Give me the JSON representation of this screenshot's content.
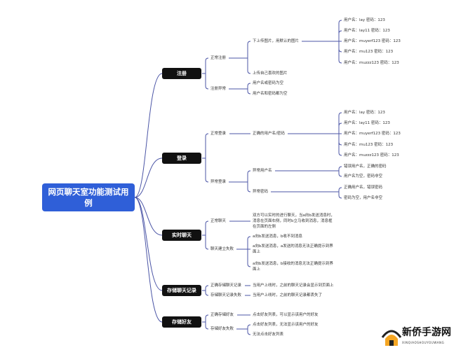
{
  "tree": {
    "label": "网页聊天室功能测试用例",
    "color": "#2f5fd8",
    "children": [
      {
        "label": "注册",
        "children": [
          {
            "label": "正常注册",
            "children": [
              {
                "label": "下上传图片，用默认的图片",
                "children": [
                  {
                    "label": "用户名：lay 密码：123"
                  },
                  {
                    "label": "用户名：lay11 密码：123"
                  },
                  {
                    "label": "用户名：muyerf123 密码：123"
                  },
                  {
                    "label": "用户名：mu123 密码：123"
                  },
                  {
                    "label": "用户名：muzzz123 密码：123"
                  }
                ]
              },
              {
                "label": "上传自己喜欢的图片"
              }
            ]
          },
          {
            "label": "注册异常",
            "children": [
              {
                "label": "用户名或密码为空"
              },
              {
                "label": "用户名和密码都为空"
              }
            ]
          }
        ]
      },
      {
        "label": "登录",
        "children": [
          {
            "label": "正常登录",
            "children": [
              {
                "label": "正确的用户名/密码",
                "children": [
                  {
                    "label": "用户名：lay 密码：123"
                  },
                  {
                    "label": "用户名：lay11 密码：123"
                  },
                  {
                    "label": "用户名：muyerf123 密码：123"
                  },
                  {
                    "label": "用户名：mu123 密码：123"
                  },
                  {
                    "label": "用户名：muzzz123 密码：123"
                  }
                ]
              }
            ]
          },
          {
            "label": "异常登录",
            "children": [
              {
                "label": "异常用户名",
                "children": [
                  {
                    "label": "错误用户名，正确的密码"
                  },
                  {
                    "label": "用户名为空，密码非空"
                  }
                ]
              },
              {
                "label": "异常密码",
                "children": [
                  {
                    "label": "正确用户名，错误密码"
                  },
                  {
                    "label": "密码为空，用户名非空"
                  }
                ]
              }
            ]
          }
        ]
      },
      {
        "label": "实时聊天",
        "children": [
          {
            "label": "正常聊天",
            "children": [
              {
                "label": "双方可以实时的进行聊天，当a向b发送消息时，消息在页面右侧，同时b立马收到消息，消息框在页面的左侧"
              }
            ]
          },
          {
            "label": "聊天建立失败",
            "children": [
              {
                "label": "a向b发送消息，b收不到消息"
              },
              {
                "label": "a向b发送消息，a发送的消息无法正确提示到界面上"
              },
              {
                "label": "a向b发送消息，b接收的消息无法正确提示到界面上"
              }
            ]
          }
        ]
      },
      {
        "label": "存储聊天记录",
        "children": [
          {
            "label": "正确存储聊天记录",
            "children": [
              {
                "label": "当用户上线时，之前的聊天记录会显示到页面上"
              }
            ]
          },
          {
            "label": "存储聊天记录失败",
            "children": [
              {
                "label": "当用户上线时，之前的聊天记录都丢失了"
              }
            ]
          }
        ]
      },
      {
        "label": "存储好友",
        "children": [
          {
            "label": "正确存储好友",
            "children": [
              {
                "label": "点击好友列表，可以显示该用户的好友"
              }
            ]
          },
          {
            "label": "存储好友失败",
            "children": [
              {
                "label": "点击好友列表，无法显示该用户的好友"
              },
              {
                "label": "无法点击好友列表"
              }
            ]
          }
        ]
      }
    ]
  },
  "line_color": "#4b55a6",
  "watermark": {
    "title": "新侨手游网",
    "subtitle": "XINQIAOSHOUYOUWANG"
  }
}
